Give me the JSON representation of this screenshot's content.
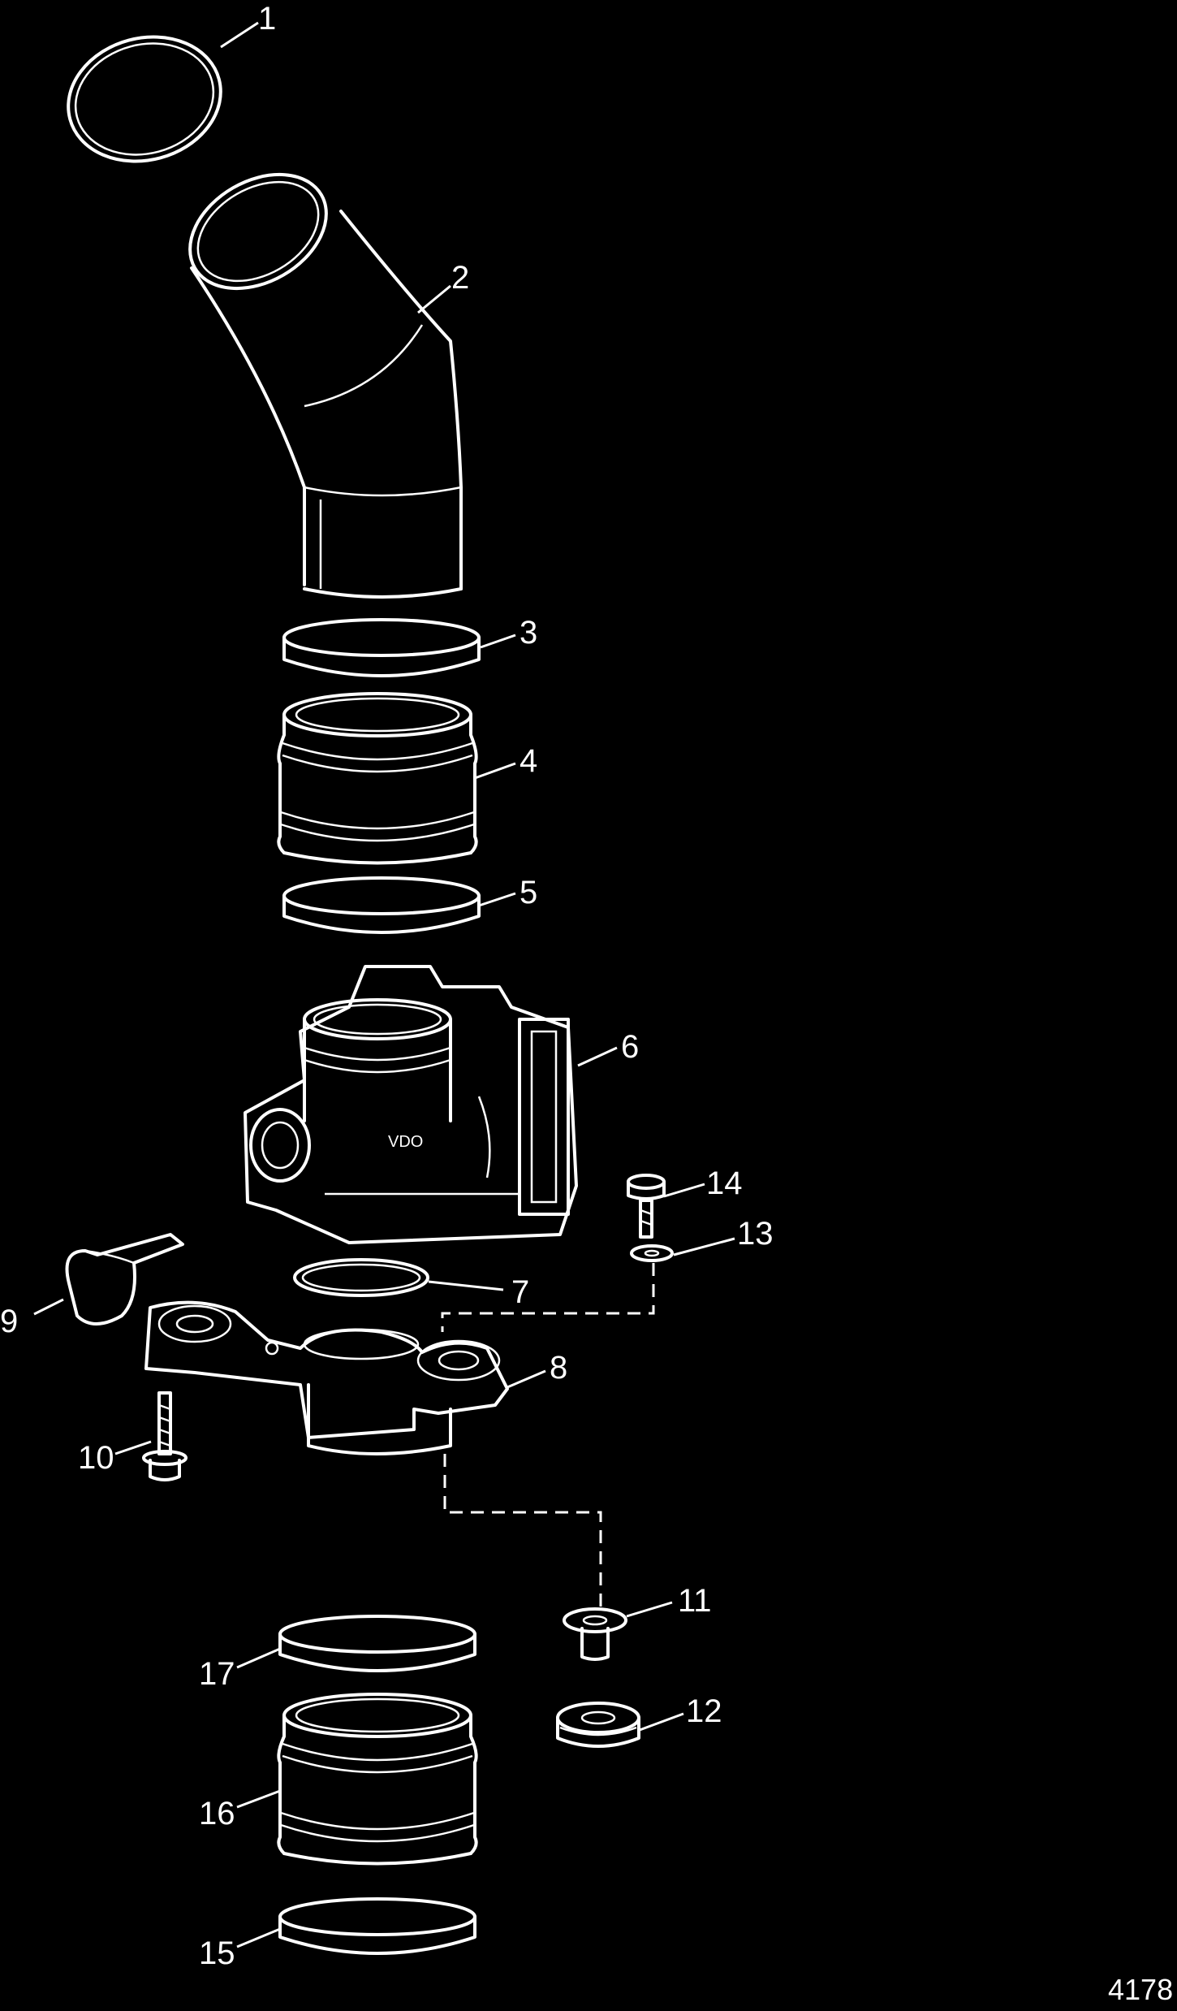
{
  "diagram": {
    "figure_id": "4178",
    "callouts": [
      "1",
      "2",
      "3",
      "4",
      "5",
      "6",
      "7",
      "8",
      "9",
      "10",
      "11",
      "12",
      "13",
      "14",
      "15",
      "16",
      "17"
    ],
    "throttle_body_marking": [
      "VDO",
      "",
      ""
    ]
  }
}
